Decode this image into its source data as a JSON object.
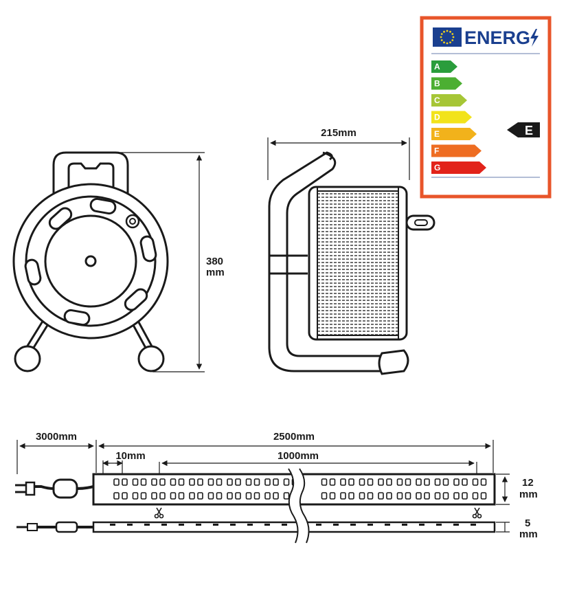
{
  "reel": {
    "height_label_1": "380",
    "height_label_2": "mm",
    "width_label": "215mm"
  },
  "energy_label": {
    "title": "ENERG",
    "border_color": "#e8552a",
    "classes": [
      {
        "letter": "A",
        "color": "#2a9d3c"
      },
      {
        "letter": "B",
        "color": "#4caf32"
      },
      {
        "letter": "C",
        "color": "#a6c636"
      },
      {
        "letter": "D",
        "color": "#f2e31b"
      },
      {
        "letter": "E",
        "color": "#f2b21b"
      },
      {
        "letter": "F",
        "color": "#ee6d22"
      },
      {
        "letter": "G",
        "color": "#e2231a"
      }
    ],
    "rating": "E"
  },
  "strip": {
    "cable_length": "3000mm",
    "strip_length": "2500mm",
    "segment_pitch": "10mm",
    "cut_length": "1000mm",
    "width_1": "12",
    "width_2": "mm",
    "thickness_1": "5",
    "thickness_2": "mm"
  }
}
